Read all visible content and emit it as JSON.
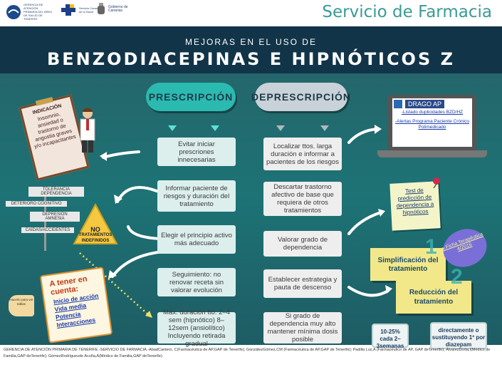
{
  "header": {
    "logo1": "GERENCIA DE ATENCIÓN PRIMARIA DEL ÁREA DE SALUD DE TENERIFE",
    "logo2": "Servicio Canario de la Salud",
    "logo3": "Gobierno de Canarias",
    "service_title": "Servicio de Farmacia"
  },
  "banner": {
    "subtitle": "MEJORAS EN EL USO DE",
    "title": "BENZODIACEPINAS E HIPNÓTICOS Z"
  },
  "prescripcion": {
    "header": "PRESCRIPCIÓN",
    "steps": [
      "Evitar iniciar prescriones innecesarias",
      "Informar paciente de riesgos y duración del tratamiento",
      "Elegir el principio activo más adecuado",
      "Seguimiento: no renovar receta sin valorar evolución",
      "Máx. duración tto: 2–4 sem (hipnótico) 8–12sem (ansiolítico) Incluyendo retirada gradual"
    ]
  },
  "deprescripcion": {
    "header": "DEPRESCRIPCIÓN",
    "steps": [
      "Localizar ttos. larga duración e informar a pacientes de los riesgos",
      "Descartar trastorno afectivo de base que requiera de otros tratamientos",
      "Valorar grado de dependencia",
      "Establecer estrategia y pauta de descenso",
      "Si grado de dependencia muy alto mantener mínima dosis posible"
    ]
  },
  "indicacion": {
    "title": "INDICACIÓN",
    "text": "Insomnio, ansiedad o trastorno de angustia graves y/o incapacitantes"
  },
  "signs": [
    "TOLERANCIA DEPENDENCIA",
    "DETERIORO COGNITIVO",
    "DEPRESIÓN AMNESIA",
    "CAÍDAS/ACCIDENTES"
  ],
  "warning": {
    "line1": "NO",
    "line2": "TRATAMIENTOS INDEFINIDOS"
  },
  "tener": {
    "title": "A tener en cuenta:",
    "items": [
      "Inicio de acción",
      "Vida media",
      "Potencia",
      "Interacciones"
    ],
    "hint": "Hacerlo para ver tablas"
  },
  "drago": {
    "title": "DRAGO AP",
    "link1": "-Listado duplicidades BZD/HZ",
    "link2": "-Alertas Programa Paciente Crónico Polimedicado"
  },
  "test": {
    "text": "Test de predicción de dependencia a hipnóticos"
  },
  "steps_right": {
    "num1": "1",
    "num2": "2",
    "simplificacion": "Simplificación del tratamiento",
    "reduccion": "Reducción del tratamiento",
    "ficha": "v.Ficha Terapéutica 4/2016"
  },
  "stats": {
    "left": "10-25% cada 2–3semanas",
    "right": "directamente o sustituyendo 1º por diazepam"
  },
  "footer": "GERENCIA DE ATENCIÓN PRIMARIA DE TENERIFE.-SERVICIO DE FARMACIA.-AbadCantero, C(Farmacéutica de AP,GAP de Tenerife); GonzálezGómez,CM (Farmacéutica de AP,GAP de Tenerife); Padilla Luz,A (Farmacéutico de AP, GAP deTenerife); ÁlvarezDorta,I(Médico de Familia,GAP deTenerife); GómezRodríguezde Acuña,A(Médico de Familia,GAP deTenerife).",
  "colors": {
    "accent": "#3a9a96",
    "banner": "#123448",
    "panel": "#1d7375"
  }
}
